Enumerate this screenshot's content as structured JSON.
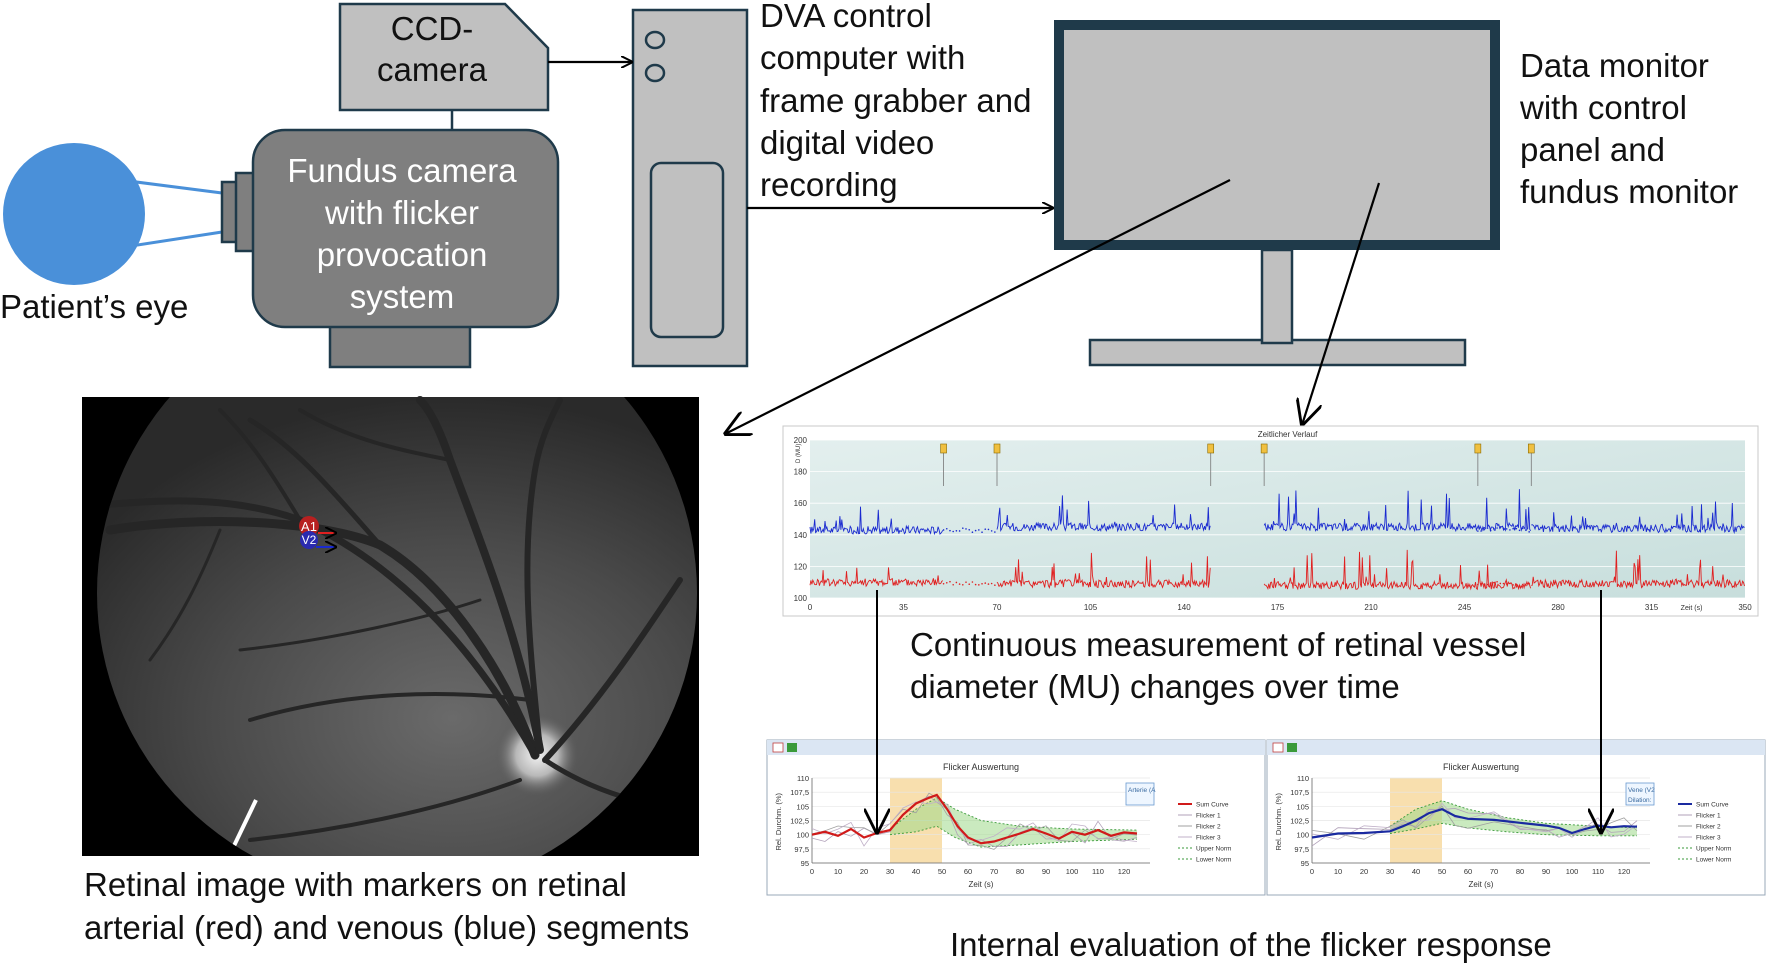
{
  "labels": {
    "ccd_line1": "CCD-",
    "ccd_line2": "camera",
    "fundus_line1": "Fundus camera",
    "fundus_line2": "with flicker",
    "fundus_line3": "provocation",
    "fundus_line4": "system",
    "eye": "Patient’s eye",
    "dva_line1": "DVA control",
    "dva_line2": "computer with",
    "dva_line3": "frame grabber and",
    "dva_line4": "digital  video",
    "dva_line5": "recording",
    "monitor_line1": "Data monitor",
    "monitor_line2": "with control",
    "monitor_line3": "panel and",
    "monitor_line4": "fundus monitor",
    "retina_caption_line1": "Retinal image with markers on retinal",
    "retina_caption_line2": "arterial (red) and venous (blue) segments",
    "continuous_line1": "Continuous measurement of retinal vessel",
    "continuous_line2": "diameter (MU) changes over time",
    "internal_caption": "Internal evaluation of the flicker response",
    "marker_a": "A1",
    "marker_v": "V2"
  },
  "colors": {
    "eye": "#4a90d9",
    "device_dark": "#7f7f7f",
    "device_light": "#c0c0c0",
    "outline": "#1f3a4a",
    "artery": "#e02020",
    "vein": "#1a2ad0",
    "flicker_zone": "#f7d9a0",
    "norm_band": "#9fd98a"
  },
  "chart_data": [
    {
      "type": "line",
      "title": "Zeitlicher Verlauf",
      "ylabel": "D (MU)",
      "xlabel": "Zeit (s)",
      "xlim": [
        0,
        350
      ],
      "ylim": [
        100,
        200
      ],
      "x_ticks": [
        0,
        35,
        70,
        105,
        140,
        175,
        210,
        245,
        280,
        315,
        350
      ],
      "y_ticks": [
        100,
        120,
        140,
        160,
        180,
        200
      ],
      "flicker_markers": [
        50,
        70,
        150,
        170,
        250,
        270
      ],
      "series": [
        {
          "color": "#1a2ad0",
          "segments": [
            [
              0,
              50,
              143
            ],
            [
              70,
              150,
              145
            ],
            [
              170,
              270,
              145
            ],
            [
              270,
              350,
              144
            ]
          ]
        },
        {
          "color": "#e02020",
          "segments": [
            [
              0,
              50,
              110
            ],
            [
              70,
              150,
              109
            ],
            [
              170,
              270,
              108
            ],
            [
              270,
              350,
              109
            ]
          ]
        }
      ]
    },
    {
      "type": "line",
      "title": "Flicker Auswertung",
      "ylabel": "Rel. Durchm. (%)",
      "xlabel": "Zeit (s)",
      "xlim": [
        0,
        130
      ],
      "ylim": [
        95,
        110
      ],
      "x_ticks": [
        0,
        10,
        20,
        30,
        40,
        50,
        60,
        70,
        80,
        90,
        100,
        110,
        120
      ],
      "y_ticks": [
        95,
        97.5,
        100,
        102.5,
        105,
        107.5,
        110
      ],
      "y_tick_labels": [
        "95",
        "97,5",
        "100",
        "102,5",
        "105",
        "107,5",
        "110"
      ],
      "flicker_window": [
        30,
        50
      ],
      "info_box": "Arterie (A",
      "legend": [
        "Sum Curve",
        "Flicker 1",
        "Flicker 2",
        "Flicker 3",
        "Upper Norm",
        "Lower Norm"
      ],
      "sum_curve": [
        [
          0,
          100
        ],
        [
          5,
          100.5
        ],
        [
          10,
          99.8
        ],
        [
          15,
          101
        ],
        [
          20,
          99.5
        ],
        [
          25,
          100.3
        ],
        [
          30,
          100.8
        ],
        [
          35,
          103.5
        ],
        [
          40,
          105.5
        ],
        [
          45,
          106.5
        ],
        [
          48,
          107
        ],
        [
          52,
          104.5
        ],
        [
          56,
          101.5
        ],
        [
          60,
          99.5
        ],
        [
          65,
          98.5
        ],
        [
          70,
          98.8
        ],
        [
          75,
          99.5
        ],
        [
          80,
          100.2
        ],
        [
          85,
          101
        ],
        [
          90,
          100.2
        ],
        [
          95,
          99.3
        ],
        [
          100,
          100.5
        ],
        [
          105,
          100
        ],
        [
          110,
          100.8
        ],
        [
          115,
          99.8
        ],
        [
          120,
          100.4
        ],
        [
          125,
          100.2
        ]
      ],
      "upper_norm": [
        [
          30,
          101
        ],
        [
          40,
          104.5
        ],
        [
          48,
          106.5
        ],
        [
          55,
          104.5
        ],
        [
          65,
          102.5
        ],
        [
          80,
          101.5
        ],
        [
          100,
          101
        ],
        [
          125,
          100.8
        ]
      ],
      "lower_norm": [
        [
          30,
          100
        ],
        [
          40,
          100.5
        ],
        [
          48,
          101.5
        ],
        [
          55,
          99.5
        ],
        [
          65,
          97.8
        ],
        [
          80,
          98.2
        ],
        [
          100,
          98.8
        ],
        [
          125,
          99.2
        ]
      ],
      "series_color": "#d01a1a"
    },
    {
      "type": "line",
      "title": "Flicker Auswertung",
      "ylabel": "Rel. Durchm. (%)",
      "xlabel": "Zeit (s)",
      "xlim": [
        0,
        130
      ],
      "ylim": [
        95,
        110
      ],
      "x_ticks": [
        0,
        10,
        20,
        30,
        40,
        50,
        60,
        70,
        80,
        90,
        100,
        110,
        120
      ],
      "y_ticks": [
        95,
        97.5,
        100,
        102.5,
        105,
        107.5,
        110
      ],
      "y_tick_labels": [
        "95",
        "97,5",
        "100",
        "102,5",
        "105",
        "107,5",
        "110"
      ],
      "flicker_window": [
        30,
        50
      ],
      "info_box": "Vene (V2 Dilation:",
      "legend": [
        "Sum Curve",
        "Flicker 1",
        "Flicker 2",
        "Flicker 3",
        "Upper Norm",
        "Lower Norm"
      ],
      "sum_curve": [
        [
          0,
          99.5
        ],
        [
          10,
          100.2
        ],
        [
          20,
          100.3
        ],
        [
          30,
          100.6
        ],
        [
          35,
          101.5
        ],
        [
          40,
          102.5
        ],
        [
          45,
          103.8
        ],
        [
          50,
          104.5
        ],
        [
          55,
          103.3
        ],
        [
          60,
          102.8
        ],
        [
          70,
          102.6
        ],
        [
          80,
          102.1
        ],
        [
          90,
          101.6
        ],
        [
          95,
          101.2
        ],
        [
          100,
          100.3
        ],
        [
          105,
          101
        ],
        [
          110,
          101.6
        ],
        [
          115,
          101.3
        ],
        [
          120,
          101.5
        ],
        [
          125,
          101.4
        ]
      ],
      "upper_norm": [
        [
          30,
          101.5
        ],
        [
          40,
          104.5
        ],
        [
          50,
          106
        ],
        [
          60,
          104.5
        ],
        [
          75,
          103
        ],
        [
          90,
          102
        ],
        [
          110,
          101.5
        ],
        [
          125,
          101.2
        ]
      ],
      "lower_norm": [
        [
          30,
          100.2
        ],
        [
          40,
          101
        ],
        [
          50,
          102
        ],
        [
          60,
          101.2
        ],
        [
          75,
          100.5
        ],
        [
          90,
          100
        ],
        [
          110,
          99.8
        ],
        [
          125,
          99.8
        ]
      ],
      "series_color": "#1a2aa0"
    }
  ]
}
